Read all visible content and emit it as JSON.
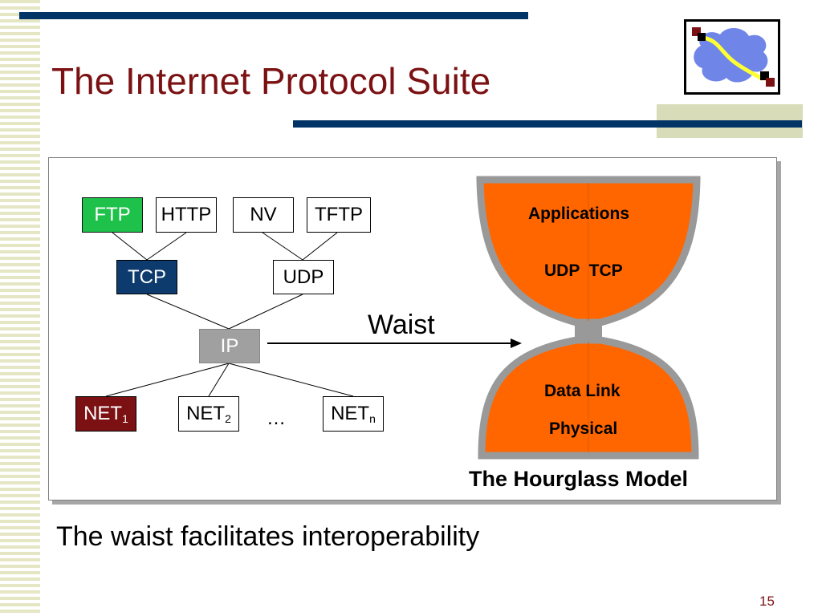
{
  "slide": {
    "title": "The Internet Protocol Suite",
    "bullet": "The waist facilitates interoperability",
    "page_number": "15"
  },
  "protocol_stack": {
    "application_layer": [
      "FTP",
      "HTTP",
      "NV",
      "TFTP"
    ],
    "transport_layer": [
      "TCP",
      "UDP"
    ],
    "network_layer": "IP",
    "link_layer": {
      "net_prefix": "NET",
      "subscripts": [
        "1",
        "2",
        "n"
      ],
      "ellipsis": "…"
    }
  },
  "waist_label": "Waist",
  "hourglass": {
    "top_labels": [
      "Applications",
      "UDP  TCP"
    ],
    "bottom_labels": [
      "Data Link",
      "Physical"
    ],
    "caption": "The Hourglass Model"
  },
  "colors": {
    "title": "#7b1113",
    "bar": "#003366",
    "ftp": "#1ec24a",
    "tcp": "#0d3b6e",
    "ip": "#a0a0a0",
    "net1": "#7b1113",
    "hourglass_fill": "#ff6600",
    "hourglass_border": "#999999"
  }
}
